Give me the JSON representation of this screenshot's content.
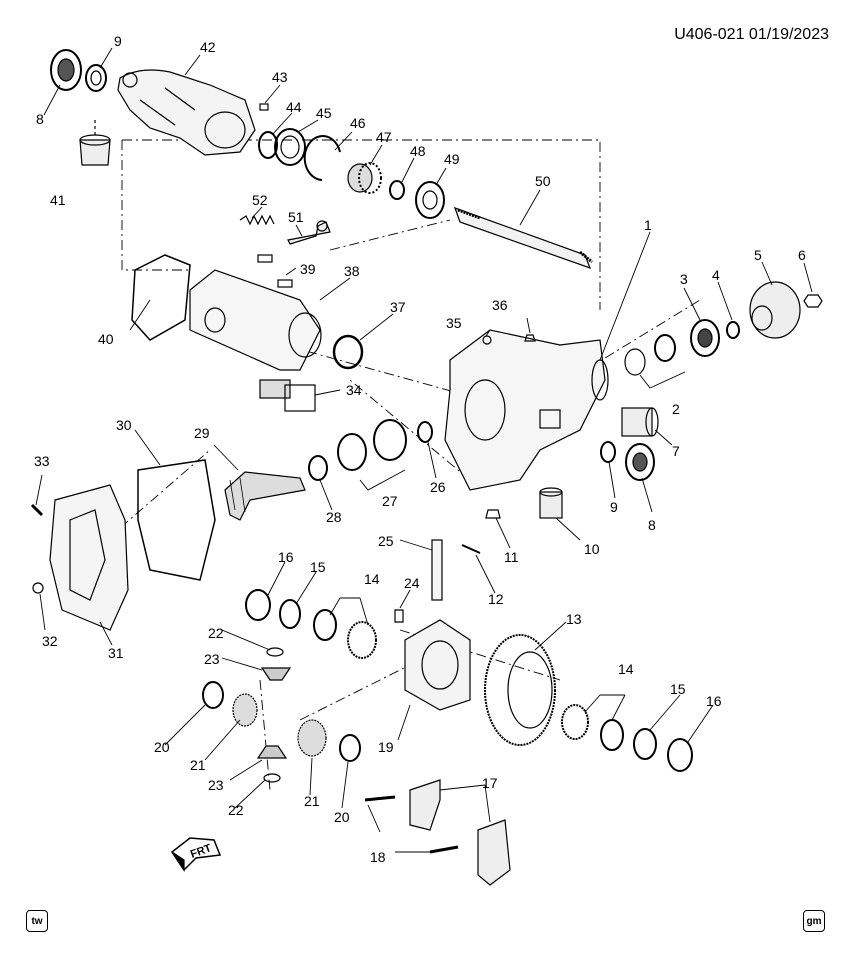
{
  "header": {
    "code": "U406-021 01/19/2023"
  },
  "callouts": {
    "c1": "1",
    "c2": "2",
    "c3": "3",
    "c4": "4",
    "c5": "5",
    "c6": "6",
    "c7": "7",
    "c8a": "8",
    "c8b": "8",
    "c9a": "9",
    "c9b": "9",
    "c10": "10",
    "c11": "11",
    "c12": "12",
    "c13": "13",
    "c14a": "14",
    "c14b": "14",
    "c15a": "15",
    "c15b": "15",
    "c16a": "16",
    "c16b": "16",
    "c17": "17",
    "c18": "18",
    "c19": "19",
    "c20a": "20",
    "c20b": "20",
    "c21a": "21",
    "c21b": "21",
    "c22a": "22",
    "c22b": "22",
    "c23a": "23",
    "c23b": "23",
    "c24": "24",
    "c25": "25",
    "c26": "26",
    "c27": "27",
    "c28": "28",
    "c29": "29",
    "c30": "30",
    "c31": "31",
    "c32": "32",
    "c33": "33",
    "c34": "34",
    "c35": "35",
    "c36": "36",
    "c37": "37",
    "c38": "38",
    "c39": "39",
    "c40": "40",
    "c41": "41",
    "c42": "42",
    "c43": "43",
    "c44": "44",
    "c45": "45",
    "c46": "46",
    "c47": "47",
    "c48": "48",
    "c49": "49",
    "c50": "50",
    "c51": "51",
    "c52": "52"
  },
  "direction_label": "FRT",
  "badges": {
    "left": "tw",
    "right": "gm"
  },
  "icons": {
    "direction": "front-arrow-icon",
    "left_badge": "tw-logo-icon",
    "right_badge": "gm-logo-icon"
  }
}
